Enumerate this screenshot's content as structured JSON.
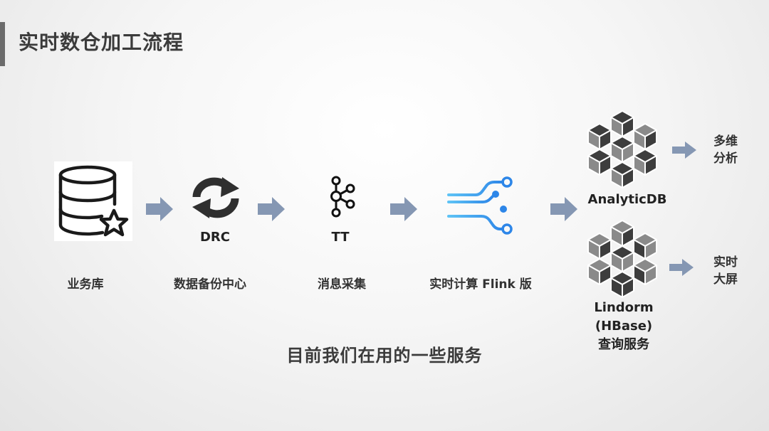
{
  "title": "实时数仓加工流程",
  "nodes": {
    "db": {
      "label": "业务库",
      "icon": "database-star-icon"
    },
    "drc": {
      "name": "DRC",
      "label": "数据备份中心",
      "icon": "sync-icon"
    },
    "tt": {
      "name": "TT",
      "label": "消息采集",
      "icon": "kafka-icon"
    },
    "flink": {
      "label": "实时计算 Flink 版",
      "icon": "flink-stream-icon"
    },
    "adb": {
      "name": "AnalyticDB",
      "icon": "cubes-icon"
    },
    "lindorm": {
      "name_line1": "Lindorm",
      "name_line2": "(HBase)",
      "name_line3": "查询服务",
      "icon": "cubes-icon"
    }
  },
  "outputs": {
    "multi": {
      "line1": "多维",
      "line2": "分析"
    },
    "screen": {
      "line1": "实时",
      "line2": "大屏"
    }
  },
  "footer": "目前我们在用的一些服务",
  "colors": {
    "arrow": "#8597b3",
    "cube_dark": "#3d3d3d",
    "cube_light": "#8a8a8a",
    "flink_blue": "#3aa3f0"
  }
}
